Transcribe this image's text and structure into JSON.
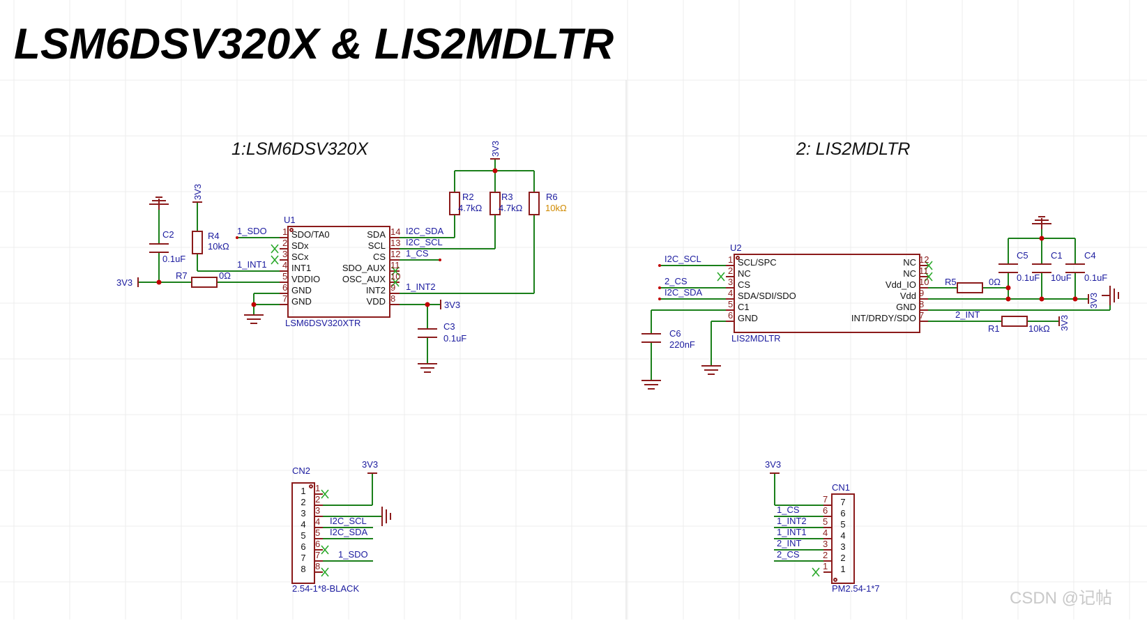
{
  "title": "LSM6DSV320X & LIS2MDLTR",
  "sections": [
    {
      "id": "s1",
      "label": "1:LSM6DSV320X"
    },
    {
      "id": "s2",
      "label": "2: LIS2MDLTR"
    }
  ],
  "watermark": "CSDN @记帖",
  "colors": {
    "wire": "#1a7f1a",
    "component": "#8b1a1a",
    "net": "#1a1a9e",
    "value": "#1a1a9e",
    "highlight": "#d08a00",
    "junction": "#c00000",
    "nc": "#2aa82a"
  },
  "u1": {
    "ref": "U1",
    "part": "LSM6DSV320XTR",
    "left_pins": [
      {
        "num": "1",
        "name": "SDO/TA0"
      },
      {
        "num": "2",
        "name": "SDx"
      },
      {
        "num": "3",
        "name": "SCx"
      },
      {
        "num": "4",
        "name": "INT1"
      },
      {
        "num": "5",
        "name": "VDDIO"
      },
      {
        "num": "6",
        "name": "GND"
      },
      {
        "num": "7",
        "name": "GND"
      }
    ],
    "right_pins": [
      {
        "num": "14",
        "name": "SDA"
      },
      {
        "num": "13",
        "name": "SCL"
      },
      {
        "num": "12",
        "name": "CS"
      },
      {
        "num": "11",
        "name": "SDO_AUX"
      },
      {
        "num": "10",
        "name": "OSC_AUX"
      },
      {
        "num": "9",
        "name": "INT2"
      },
      {
        "num": "8",
        "name": "VDD"
      }
    ]
  },
  "u2": {
    "ref": "U2",
    "part": "LIS2MDLTR",
    "left_pins": [
      {
        "num": "1",
        "name": "SCL/SPC"
      },
      {
        "num": "2",
        "name": "NC"
      },
      {
        "num": "3",
        "name": "CS"
      },
      {
        "num": "4",
        "name": "SDA/SDI/SDO"
      },
      {
        "num": "5",
        "name": "C1"
      },
      {
        "num": "6",
        "name": "GND"
      }
    ],
    "right_pins": [
      {
        "num": "12",
        "name": "NC"
      },
      {
        "num": "11",
        "name": "NC"
      },
      {
        "num": "10",
        "name": "Vdd_IO"
      },
      {
        "num": "9",
        "name": "Vdd"
      },
      {
        "num": "8",
        "name": "GND"
      },
      {
        "num": "7",
        "name": "INT/DRDY/SDO"
      }
    ]
  },
  "parts": {
    "c2": {
      "ref": "C2",
      "value": "0.1uF"
    },
    "r4": {
      "ref": "R4",
      "value": "10kΩ"
    },
    "r7": {
      "ref": "R7",
      "value": "0Ω"
    },
    "r2": {
      "ref": "R2",
      "value": "4.7kΩ"
    },
    "r3": {
      "ref": "R3",
      "value": "4.7kΩ"
    },
    "r6": {
      "ref": "R6",
      "value": "10kΩ"
    },
    "c3": {
      "ref": "C3",
      "value": "0.1uF"
    },
    "c5": {
      "ref": "C5",
      "value": "0.1uF"
    },
    "c1": {
      "ref": "C1",
      "value": "10uF"
    },
    "c4": {
      "ref": "C4",
      "value": "0.1uF"
    },
    "r5": {
      "ref": "R5",
      "value": "0Ω"
    },
    "r1": {
      "ref": "R1",
      "value": "10kΩ"
    },
    "c6": {
      "ref": "C6",
      "value": "220nF"
    }
  },
  "nets": {
    "u1_1_sdo": "1_SDO",
    "u1_1_int1": "1_INT1",
    "u1_i2c_sda": "I2C_SDA",
    "u1_i2c_scl": "I2C_SCL",
    "u1_1_cs": "1_CS",
    "u1_1_int2": "1_INT2",
    "u2_i2c_scl": "I2C_SCL",
    "u2_2_cs": "2_CS",
    "u2_i2c_sda": "I2C_SDA",
    "u2_2_int": "2_INT"
  },
  "power": {
    "p3v3_r4": "3V3",
    "p3v3_top": "3V3",
    "p3v3_left": "3V3",
    "p3v3_vdd": "3V3",
    "p3v3_u2": "3V3",
    "p3v3_r1": "3V3",
    "p3v3_cn2": "3V3",
    "p3v3_cn1": "3V3"
  },
  "cn2": {
    "ref": "CN2",
    "part": "2.54-1*8-BLACK",
    "pins": [
      "1",
      "2",
      "3",
      "4",
      "5",
      "6",
      "7",
      "8"
    ],
    "nets": {
      "n4": "I2C_SCL",
      "n5": "I2C_SDA",
      "n7": "1_SDO"
    }
  },
  "cn1": {
    "ref": "CN1",
    "part": "PM2.54-1*7",
    "pins": [
      "7",
      "6",
      "5",
      "4",
      "3",
      "2",
      "1"
    ],
    "nets": {
      "n6": "1_CS",
      "n5": "1_INT2",
      "n4": "1_INT1",
      "n3": "2_INT",
      "n2": "2_CS"
    }
  }
}
